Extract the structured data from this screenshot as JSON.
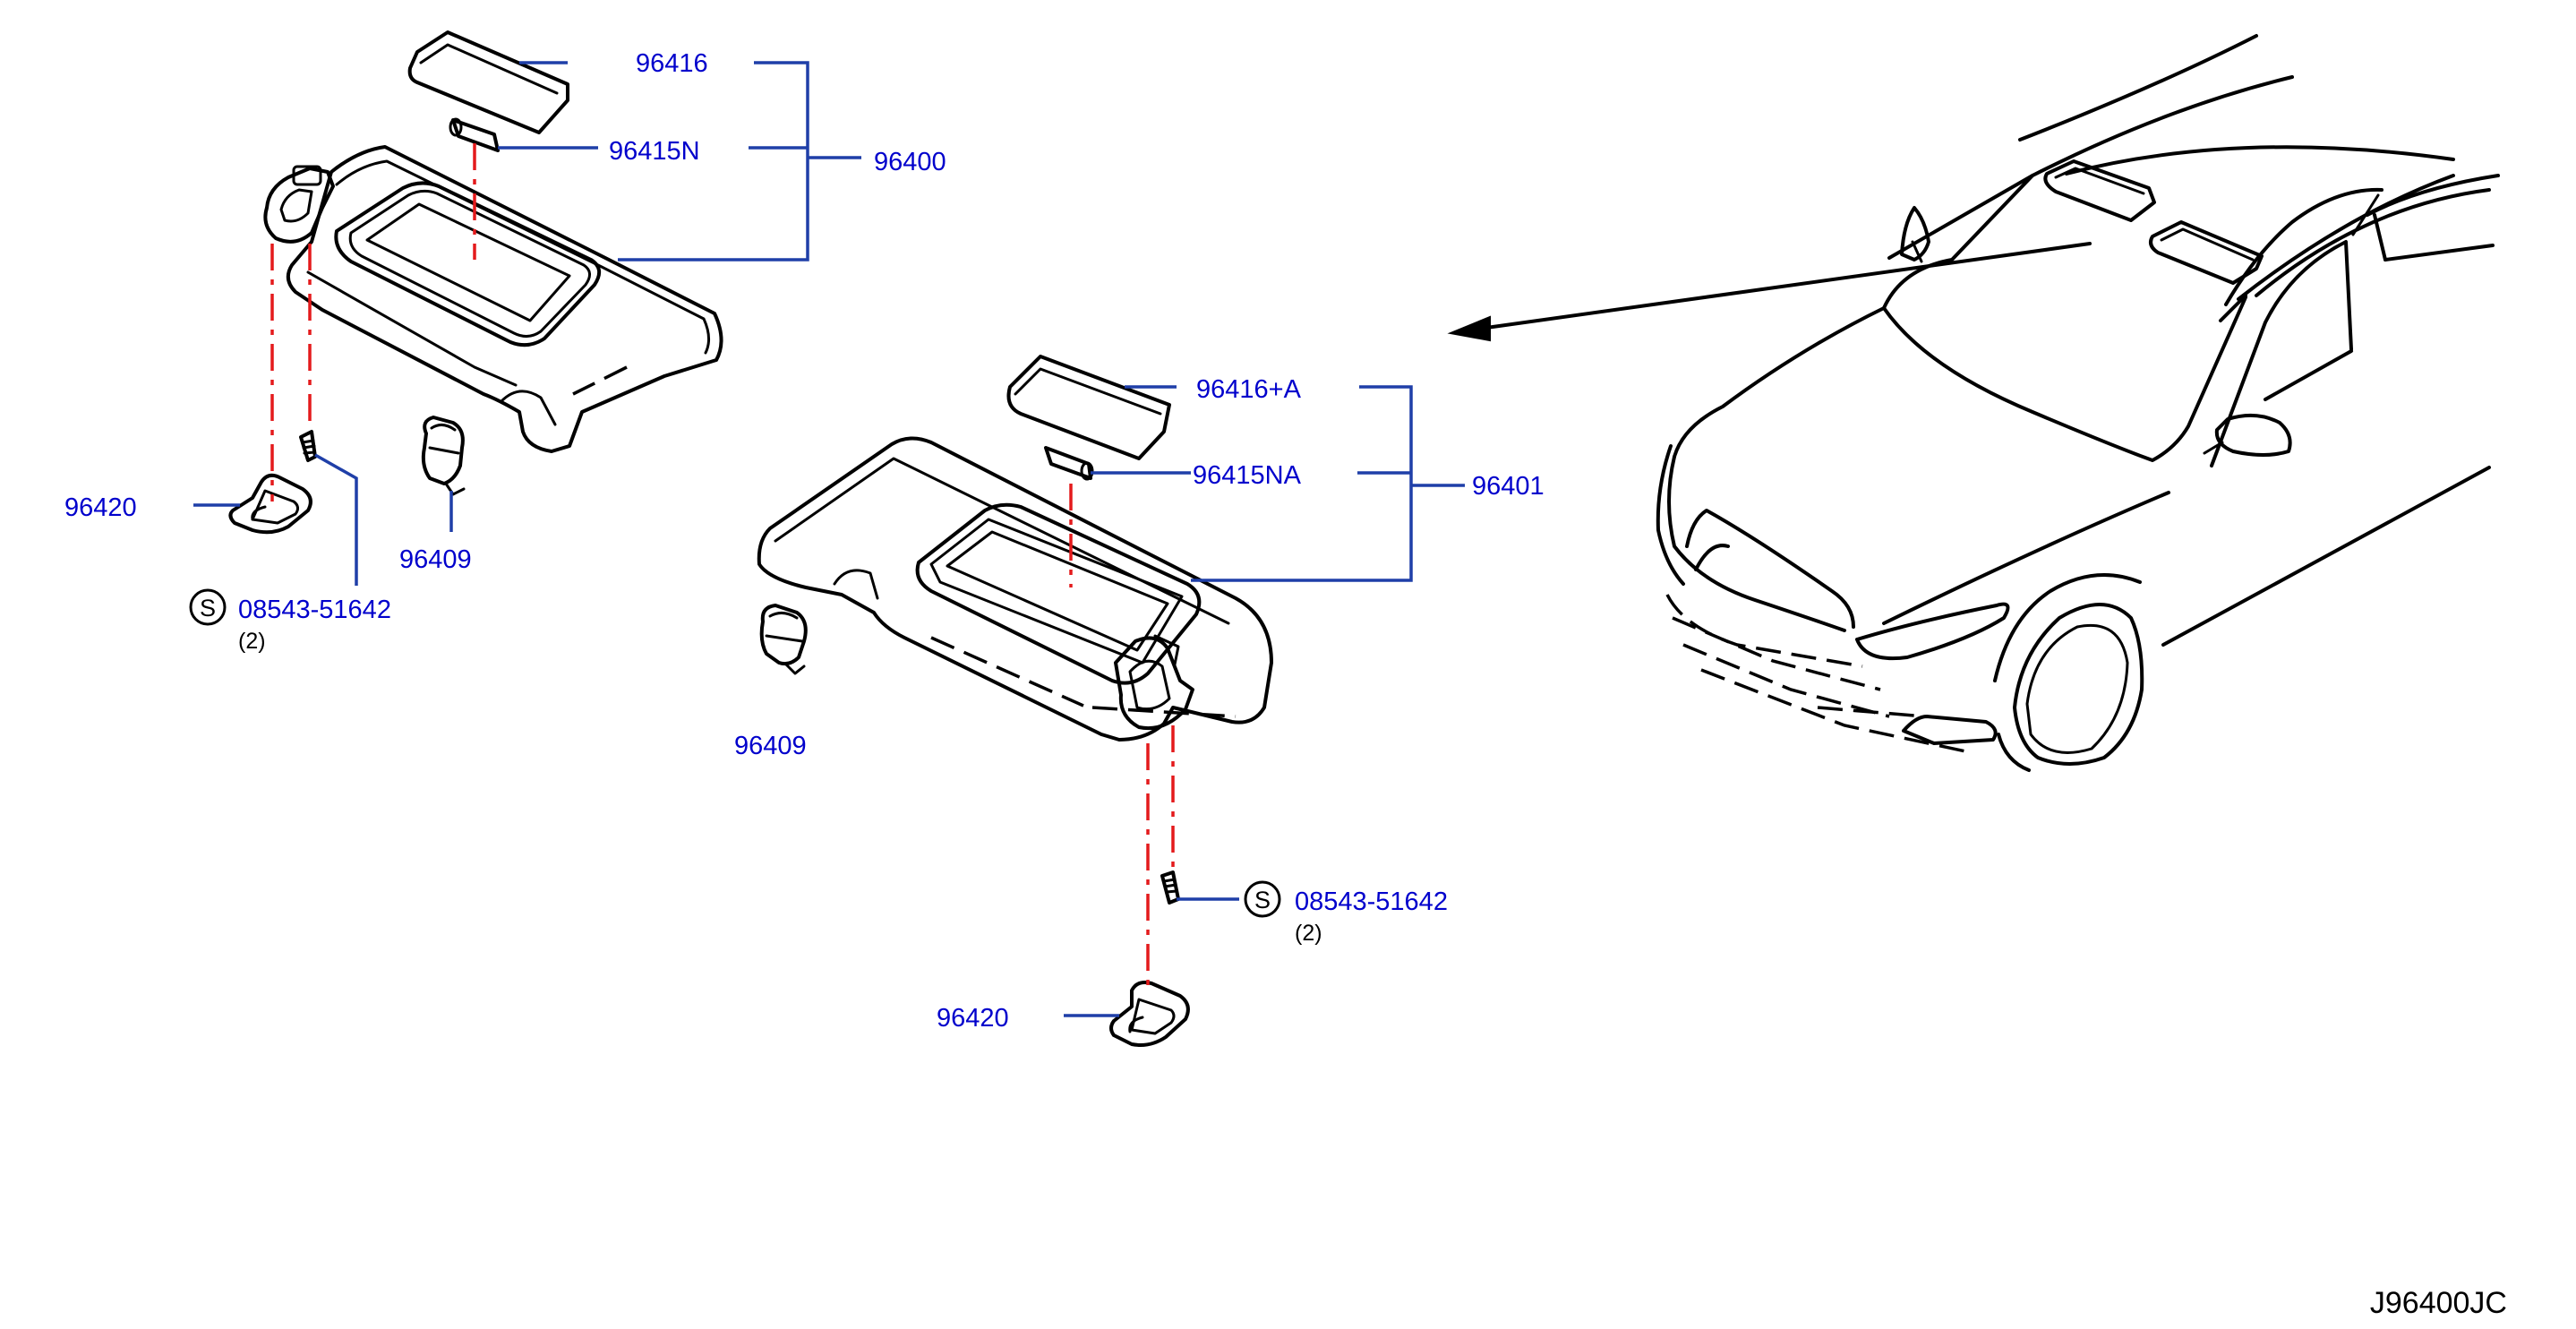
{
  "parts": {
    "p96416": "96416",
    "p96415N": "96415N",
    "p96400": "96400",
    "p96420_left": "96420",
    "p96409_left": "96409",
    "screw_left": "08543-51642",
    "screw_left_qty": "(2)",
    "p96416A": "96416+A",
    "p96415NA": "96415NA",
    "p96401": "96401",
    "p96409_right": "96409",
    "screw_right": "08543-51642",
    "screw_right_qty": "(2)",
    "p96420_right": "96420"
  },
  "screw_symbol": "S",
  "diagram_code": "J96400JC",
  "colors": {
    "label": "#0000cc",
    "leader": "#1f3fa8",
    "centerline": "#e41a1c",
    "outline": "#000000"
  }
}
